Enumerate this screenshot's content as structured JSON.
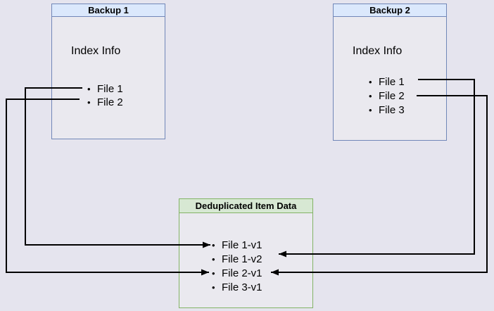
{
  "diagram": {
    "backup1": {
      "title": "Backup 1",
      "subtitle": "Index Info",
      "files": [
        "File 1",
        "File 2"
      ]
    },
    "backup2": {
      "title": "Backup 2",
      "subtitle": "Index Info",
      "files": [
        "File 1",
        "File 2",
        "File 3"
      ]
    },
    "dedup": {
      "title": "Deduplicated Item Data",
      "items": [
        "File 1-v1",
        "File 1-v2",
        "File 2-v1",
        "File 3-v1"
      ]
    },
    "connections": [
      {
        "from": "Backup 1 / File 1",
        "to": "File 1-v1"
      },
      {
        "from": "Backup 1 / File 2",
        "to": "File 2-v1"
      },
      {
        "from": "Backup 2 / File 1",
        "to": "File 1-v2"
      },
      {
        "from": "Backup 2 / File 2",
        "to": "File 2-v1"
      }
    ]
  },
  "colors": {
    "page_background": "#e5e4ee",
    "node_fill": "#eae9ef",
    "backup_header_fill": "#dbe8fc",
    "backup_border": "#7187b8",
    "dedup_header_fill": "#d7e8d3",
    "dedup_border": "#82b366",
    "connector": "#000000",
    "text": "#000000"
  }
}
